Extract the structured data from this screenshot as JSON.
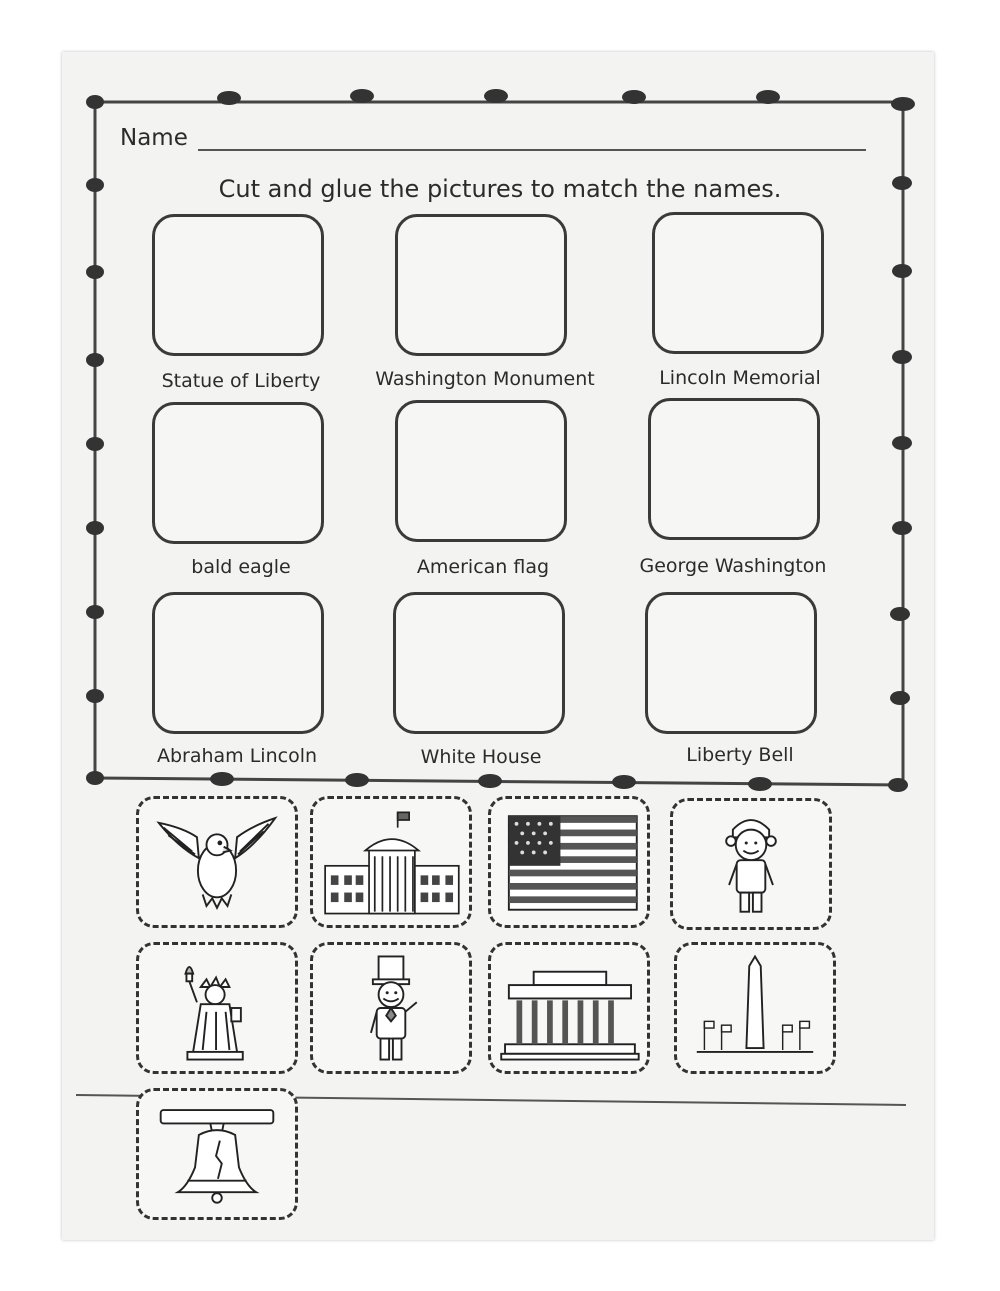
{
  "worksheet": {
    "name_label": "Name",
    "instructions": "Cut and glue the pictures to match the names.",
    "match_labels": [
      "Statue of Liberty",
      "Washington Monument",
      "Lincoln Memorial",
      "bald eagle",
      "American flag",
      "George Washington",
      "Abraham Lincoln",
      "White House",
      "Liberty Bell"
    ],
    "cutout_pictures": [
      "bald-eagle-icon",
      "white-house-icon",
      "american-flag-icon",
      "george-washington-icon",
      "statue-of-liberty-icon",
      "abraham-lincoln-icon",
      "lincoln-memorial-icon",
      "washington-monument-icon",
      "liberty-bell-icon"
    ]
  }
}
